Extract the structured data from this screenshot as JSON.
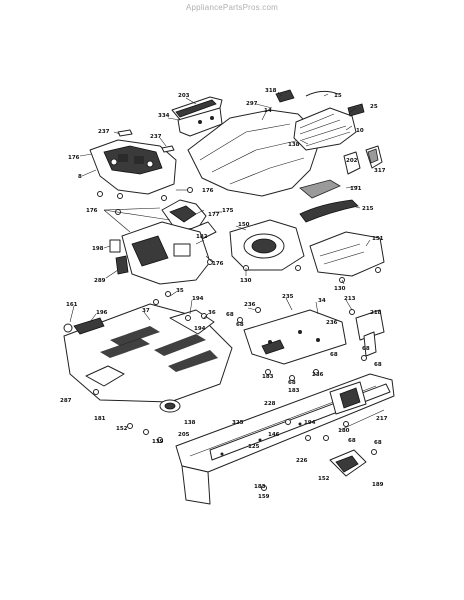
{
  "watermark": "AppliancePartsPros.com",
  "callouts": [
    {
      "id": "c203a",
      "text": "203"
    },
    {
      "id": "c334",
      "text": "334"
    },
    {
      "id": "c318",
      "text": "318"
    },
    {
      "id": "c15",
      "text": "15"
    },
    {
      "id": "c297",
      "text": "297"
    },
    {
      "id": "c14",
      "text": "14"
    },
    {
      "id": "c25",
      "text": "25"
    },
    {
      "id": "c237a",
      "text": "237"
    },
    {
      "id": "c237b",
      "text": "237"
    },
    {
      "id": "c138a",
      "text": "138"
    },
    {
      "id": "c10",
      "text": "10"
    },
    {
      "id": "c176a",
      "text": "176"
    },
    {
      "id": "c8",
      "text": "8"
    },
    {
      "id": "c202",
      "text": "202"
    },
    {
      "id": "c317",
      "text": "317"
    },
    {
      "id": "c176b",
      "text": "176"
    },
    {
      "id": "c191",
      "text": "191"
    },
    {
      "id": "c176c",
      "text": "176"
    },
    {
      "id": "c177",
      "text": "177"
    },
    {
      "id": "c175",
      "text": "175"
    },
    {
      "id": "c215",
      "text": "215"
    },
    {
      "id": "c150",
      "text": "150"
    },
    {
      "id": "c182",
      "text": "182"
    },
    {
      "id": "c151",
      "text": "151"
    },
    {
      "id": "c198",
      "text": "198"
    },
    {
      "id": "c176d",
      "text": "176"
    },
    {
      "id": "c130a",
      "text": "130"
    },
    {
      "id": "c130b",
      "text": "130"
    },
    {
      "id": "c289",
      "text": "289"
    },
    {
      "id": "c35",
      "text": "35"
    },
    {
      "id": "c194a",
      "text": "194"
    },
    {
      "id": "c236a",
      "text": "236"
    },
    {
      "id": "c235",
      "text": "235"
    },
    {
      "id": "c34",
      "text": "34"
    },
    {
      "id": "c213",
      "text": "213"
    },
    {
      "id": "c161",
      "text": "161"
    },
    {
      "id": "c196",
      "text": "196"
    },
    {
      "id": "c37",
      "text": "37"
    },
    {
      "id": "c36",
      "text": "36"
    },
    {
      "id": "c68a",
      "text": "68"
    },
    {
      "id": "c68b",
      "text": "68"
    },
    {
      "id": "c236b",
      "text": "236"
    },
    {
      "id": "c218",
      "text": "218"
    },
    {
      "id": "c68c",
      "text": "68"
    },
    {
      "id": "c194b",
      "text": "194"
    },
    {
      "id": "c68d",
      "text": "68"
    },
    {
      "id": "c68e",
      "text": "68"
    },
    {
      "id": "c183a",
      "text": "183"
    },
    {
      "id": "c68f",
      "text": "68"
    },
    {
      "id": "c183b",
      "text": "183"
    },
    {
      "id": "c236c",
      "text": "236"
    },
    {
      "id": "c287",
      "text": "287"
    },
    {
      "id": "c228",
      "text": "228"
    },
    {
      "id": "c194c",
      "text": "194"
    },
    {
      "id": "c217",
      "text": "217"
    },
    {
      "id": "c181",
      "text": "181"
    },
    {
      "id": "c325",
      "text": "325"
    },
    {
      "id": "c152a",
      "text": "152"
    },
    {
      "id": "c139",
      "text": "139"
    },
    {
      "id": "c138b",
      "text": "138"
    },
    {
      "id": "c146",
      "text": "146"
    },
    {
      "id": "c125",
      "text": "125"
    },
    {
      "id": "c180",
      "text": "180"
    },
    {
      "id": "c68g",
      "text": "68"
    },
    {
      "id": "c226",
      "text": "226"
    },
    {
      "id": "c68h",
      "text": "68"
    },
    {
      "id": "c183c",
      "text": "183"
    },
    {
      "id": "c152b",
      "text": "152"
    },
    {
      "id": "c189",
      "text": "189"
    },
    {
      "id": "c159",
      "text": "159"
    },
    {
      "id": "c205",
      "text": "205"
    }
  ]
}
